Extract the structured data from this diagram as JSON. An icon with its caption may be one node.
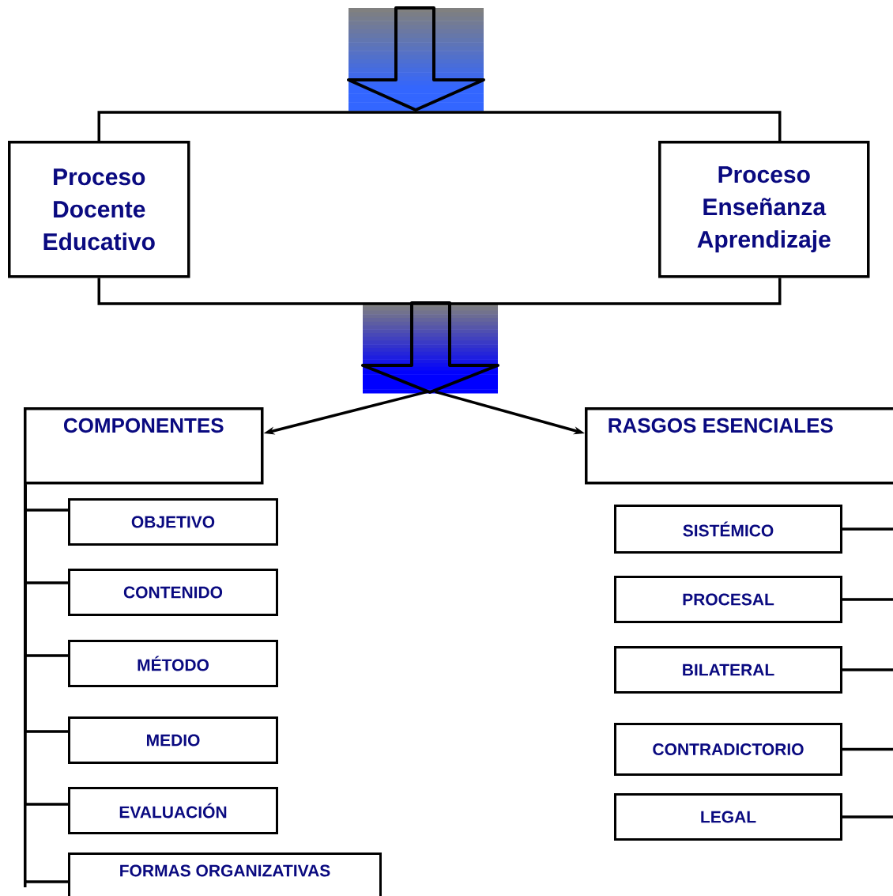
{
  "diagram": {
    "nodes": [
      {
        "text": [
          "Proceso Docente Educativo"
        ]
      },
      {
        "text": [
          "Proceso Enseñanza Aprendizaje"
        ]
      },
      {
        "text": [],
        "shape": "arrow"
      },
      {
        "text": [],
        "shape": "arrow"
      },
      {
        "text": [
          "COMPONENTES"
        ]
      },
      {
        "text": [
          "RASGOS ESENCIALES"
        ]
      },
      {
        "text": [
          "OBJETIVO"
        ]
      },
      {
        "text": [
          "CONTENIDO"
        ]
      },
      {
        "text": [
          "MÉTODO"
        ]
      },
      {
        "text": [
          "MEDIO"
        ]
      },
      {
        "text": [
          "EVALUACIÓN"
        ]
      },
      {
        "text": [
          "FORMAS ORGANIZATIVAS"
        ]
      },
      {
        "text": [
          "SISTÉMICO"
        ]
      },
      {
        "text": [
          "PROCESAL"
        ]
      },
      {
        "text": [
          "BILATERAL"
        ]
      },
      {
        "text": [
          "CONTRADICTORIO"
        ]
      },
      {
        "text": [
          "LEGAL"
        ]
      }
    ],
    "edges": [
      {
        "from": 0,
        "to": 1,
        "arrow": "none"
      },
      {
        "from": 0,
        "to": 1,
        "arrow": "none"
      },
      {
        "from": 3,
        "to": 4,
        "arrow": "to"
      },
      {
        "from": 3,
        "to": 5,
        "arrow": "to"
      },
      {
        "from": 4,
        "to": 6,
        "arrow": "none"
      },
      {
        "from": 4,
        "to": 7,
        "arrow": "none"
      },
      {
        "from": 4,
        "to": 8,
        "arrow": "none"
      },
      {
        "from": 4,
        "to": 9,
        "arrow": "none"
      },
      {
        "from": 4,
        "to": 10,
        "arrow": "none"
      },
      {
        "from": 4,
        "to": 11,
        "arrow": "none"
      },
      {
        "from": 5,
        "to": 12,
        "arrow": "none"
      },
      {
        "from": 5,
        "to": 13,
        "arrow": "none"
      },
      {
        "from": 5,
        "to": 14,
        "arrow": "none"
      },
      {
        "from": 5,
        "to": 15,
        "arrow": "none"
      },
      {
        "from": 5,
        "to": 16,
        "arrow": "none"
      }
    ]
  }
}
